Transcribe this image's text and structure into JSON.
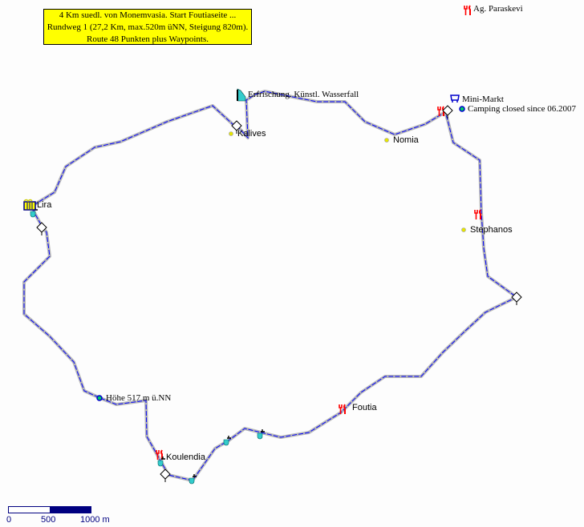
{
  "info_box": {
    "lines": [
      "4 Km suedl. von Monemvasia. Start Foutiaseite ...",
      "Rundweg 1 (27,2 Km, max.520m üNN, Steigung 820m).",
      "Route 48 Punkten plus Waypoints."
    ]
  },
  "waypoints": {
    "ag_paraskevi": "Ag. Paraskevi",
    "erfrischung": "Erfrischung. Künstl. Wasserfall",
    "mini_markt": "Mini-Markt",
    "camping": "Camping closed since 06.2007",
    "kalives": "Kalives",
    "nomia": "Nomia",
    "lira": "Lira",
    "stephanos": "Stephanos",
    "foutia": "Foutia",
    "hoehe": "Höhe 517 m ü.NN",
    "koulendia": "Koulendia"
  },
  "scale_bar": {
    "labels": [
      "0",
      "500",
      "1000 m"
    ]
  },
  "colors": {
    "route_casing": "#b8b8b8",
    "route_line": "#0000ff",
    "info_bg": "#ffff00",
    "scale": "#000080",
    "restaurant": "#ff0000",
    "village": "#e6e600",
    "water": "#33cccc"
  }
}
